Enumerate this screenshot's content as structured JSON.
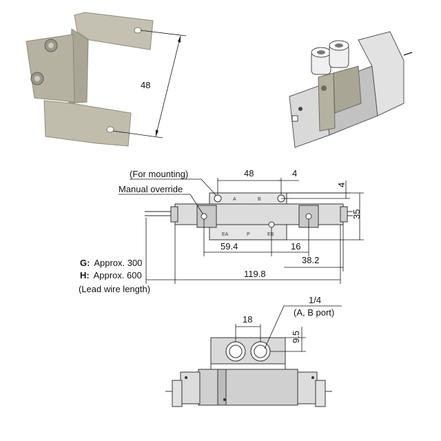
{
  "photo": {
    "dimension_48": "48"
  },
  "drawing_top": {
    "label_mounting": "(For mounting)",
    "label_manual_override": "Manual override",
    "dim_48": "48",
    "dim_4_h": "4",
    "dim_4_v": "4",
    "dim_35": "35",
    "dim_59_4": "59.4",
    "dim_16": "16",
    "dim_38_2": "38.2",
    "dim_119_8": "119.8",
    "lead_g_key": "G:",
    "lead_g_val": "Approx. 300",
    "lead_h_key": "H:",
    "lead_h_val": "Approx. 600",
    "lead_note": "(Lead wire length)",
    "port_a": "A",
    "port_b": "B",
    "port_ea": "EA",
    "port_p": "P",
    "port_eb": "EB"
  },
  "drawing_side": {
    "dim_18": "18",
    "dim_9_5": "9.5",
    "port_size": "1/4",
    "port_note": "(A, B port)"
  },
  "colors": {
    "bracket": "#b9b6a6",
    "bracket_dark": "#8f8c7c",
    "gray_body": "#d4d4d4",
    "gray_dark": "#9e9e9e"
  }
}
